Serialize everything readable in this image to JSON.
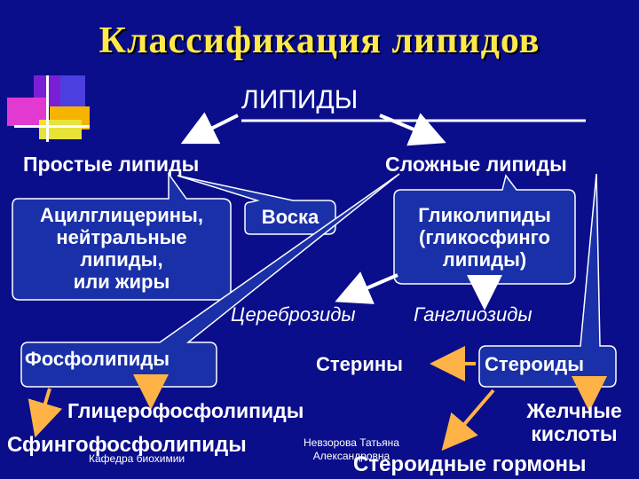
{
  "title": "Классификация липидов",
  "root": "ЛИПИДЫ",
  "simple": "Простые липиды",
  "complex": "Сложные липиды",
  "acyl": [
    "Ацилглицерины,",
    "нейтральные",
    "липиды,",
    "или жиры"
  ],
  "waxes": "Воска",
  "glyco": [
    "Гликолипиды",
    "(гликосфинго",
    "липиды)"
  ],
  "cerebrosides": "Цереброзиды",
  "gangliosides": "Ганглиозиды",
  "phospho": "Фосфолипиды",
  "sterols": "Стерины",
  "steroids": "Стероиды",
  "glycerophospho": "Глицерофосфолипиды",
  "sphingophospho": "Сфингофосфолипиды",
  "bile": [
    "Желчные",
    "кислоты"
  ],
  "hormones": "Стероидные гормоны",
  "footer": {
    "department": "Кафедра биохимии",
    "author": [
      "Невзорова Татьяна",
      "Александровна"
    ]
  },
  "colors": {
    "background": "#0b0e8a",
    "title": "#ffe94a",
    "box_fill": "#1a30a8",
    "arrow_light": "#ffffff",
    "arrow_orange": "#ffb347"
  }
}
